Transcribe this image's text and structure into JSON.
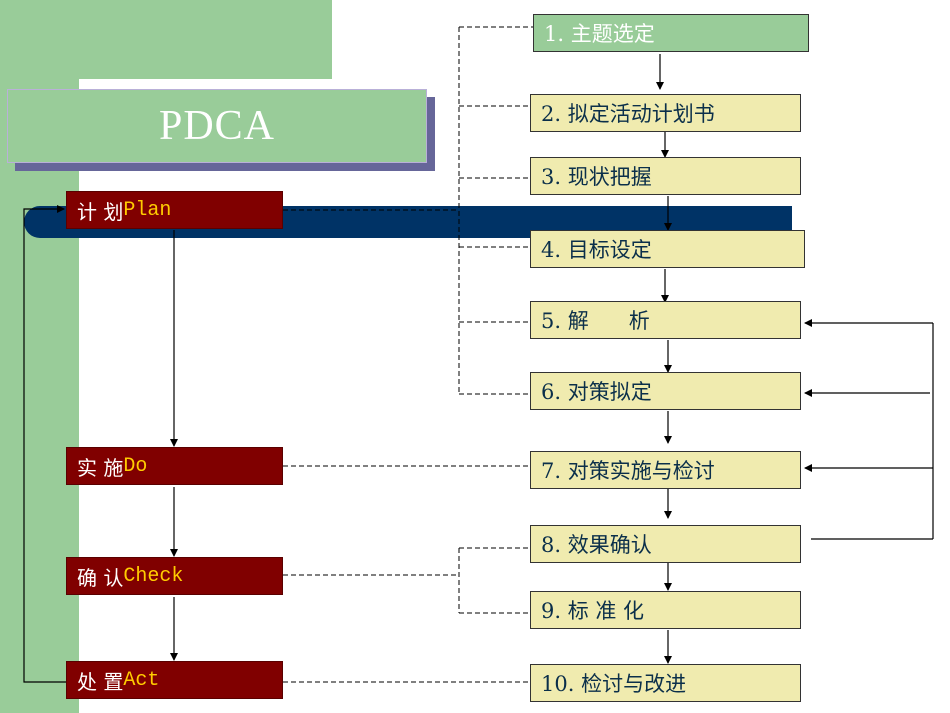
{
  "title": "PDCA",
  "colors": {
    "sidebar_green": "#99CC99",
    "title_shadow": "#666699",
    "navy_bar": "#003366",
    "phase_bg": "#800000",
    "phase_en_text": "#FFCC00",
    "step_bg": "#F0EBAF",
    "step_text": "#0B2F4A"
  },
  "phases": [
    {
      "cn": "计    划 ",
      "en": "Plan"
    },
    {
      "cn": "实    施 ",
      "en": "Do"
    },
    {
      "cn": "确    认 ",
      "en": "Check"
    },
    {
      "cn": "处    置",
      "en": "Act"
    }
  ],
  "steps": [
    {
      "label": "1. 主题选定"
    },
    {
      "label": "2. 拟定活动计划书"
    },
    {
      "label": "3. 现状把握"
    },
    {
      "label": "4. 目标设定"
    },
    {
      "label": "5. 解      析"
    },
    {
      "label": "6. 对策拟定"
    },
    {
      "label": "7. 对策实施与检讨"
    },
    {
      "label": "8. 效果确认"
    },
    {
      "label": "9. 标 准 化"
    },
    {
      "label": "10. 检讨与改进"
    }
  ],
  "connections": {
    "plan_steps": [
      1,
      2,
      3,
      4,
      5,
      6
    ],
    "do_steps": [
      7
    ],
    "check_steps": [
      8,
      9
    ],
    "act_steps": [
      10
    ],
    "feedback_from": 8,
    "feedback_to": [
      5,
      6,
      7
    ]
  }
}
